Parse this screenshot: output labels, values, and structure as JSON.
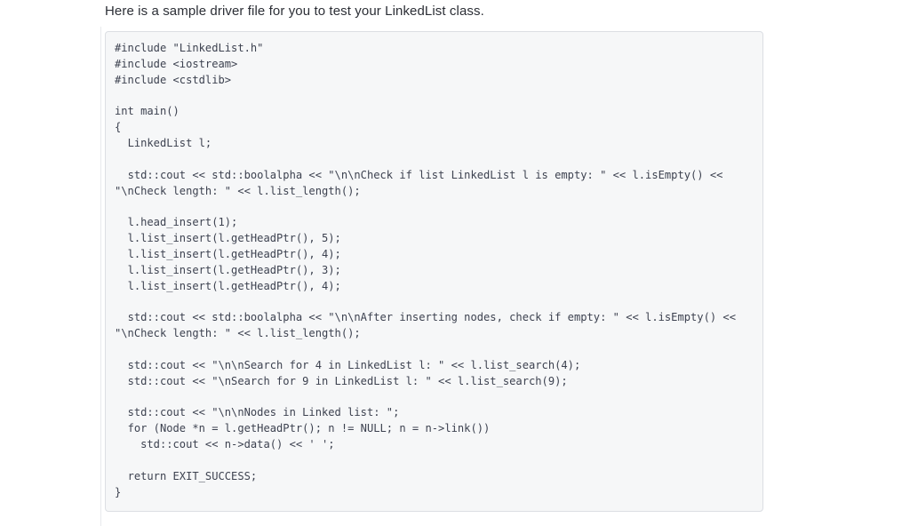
{
  "page": {
    "background_color": "#ffffff",
    "divider_color": "#e8eaec"
  },
  "intro": {
    "text": "Here is a sample driver file for you to test your LinkedList class.",
    "color": "#2c2f36"
  },
  "code_block": {
    "language": "cpp",
    "background_color": "#f6f7f8",
    "border_color": "#dcdfe3",
    "text_color": "#3d4250",
    "lines": [
      "#include \"LinkedList.h\"",
      "#include <iostream>",
      "#include <cstdlib>",
      "",
      "int main()",
      "{",
      "  LinkedList l;",
      "",
      "  std::cout << std::boolalpha << \"\\n\\nCheck if list LinkedList l is empty: \" << l.isEmpty() << \"\\nCheck length: \" << l.list_length();",
      "",
      "  l.head_insert(1);",
      "  l.list_insert(l.getHeadPtr(), 5);",
      "  l.list_insert(l.getHeadPtr(), 4);",
      "  l.list_insert(l.getHeadPtr(), 3);",
      "  l.list_insert(l.getHeadPtr(), 4);",
      "",
      "  std::cout << std::boolalpha << \"\\n\\nAfter inserting nodes, check if empty: \" << l.isEmpty() << \"\\nCheck length: \" << l.list_length();",
      "",
      "  std::cout << \"\\n\\nSearch for 4 in LinkedList l: \" << l.list_search(4);",
      "  std::cout << \"\\nSearch for 9 in LinkedList l: \" << l.list_search(9);",
      "",
      "  std::cout << \"\\n\\nNodes in Linked list: \";",
      "  for (Node *n = l.getHeadPtr(); n != NULL; n = n->link())",
      "    std::cout << n->data() << ' ';",
      "",
      "  return EXIT_SUCCESS;",
      "}"
    ]
  }
}
